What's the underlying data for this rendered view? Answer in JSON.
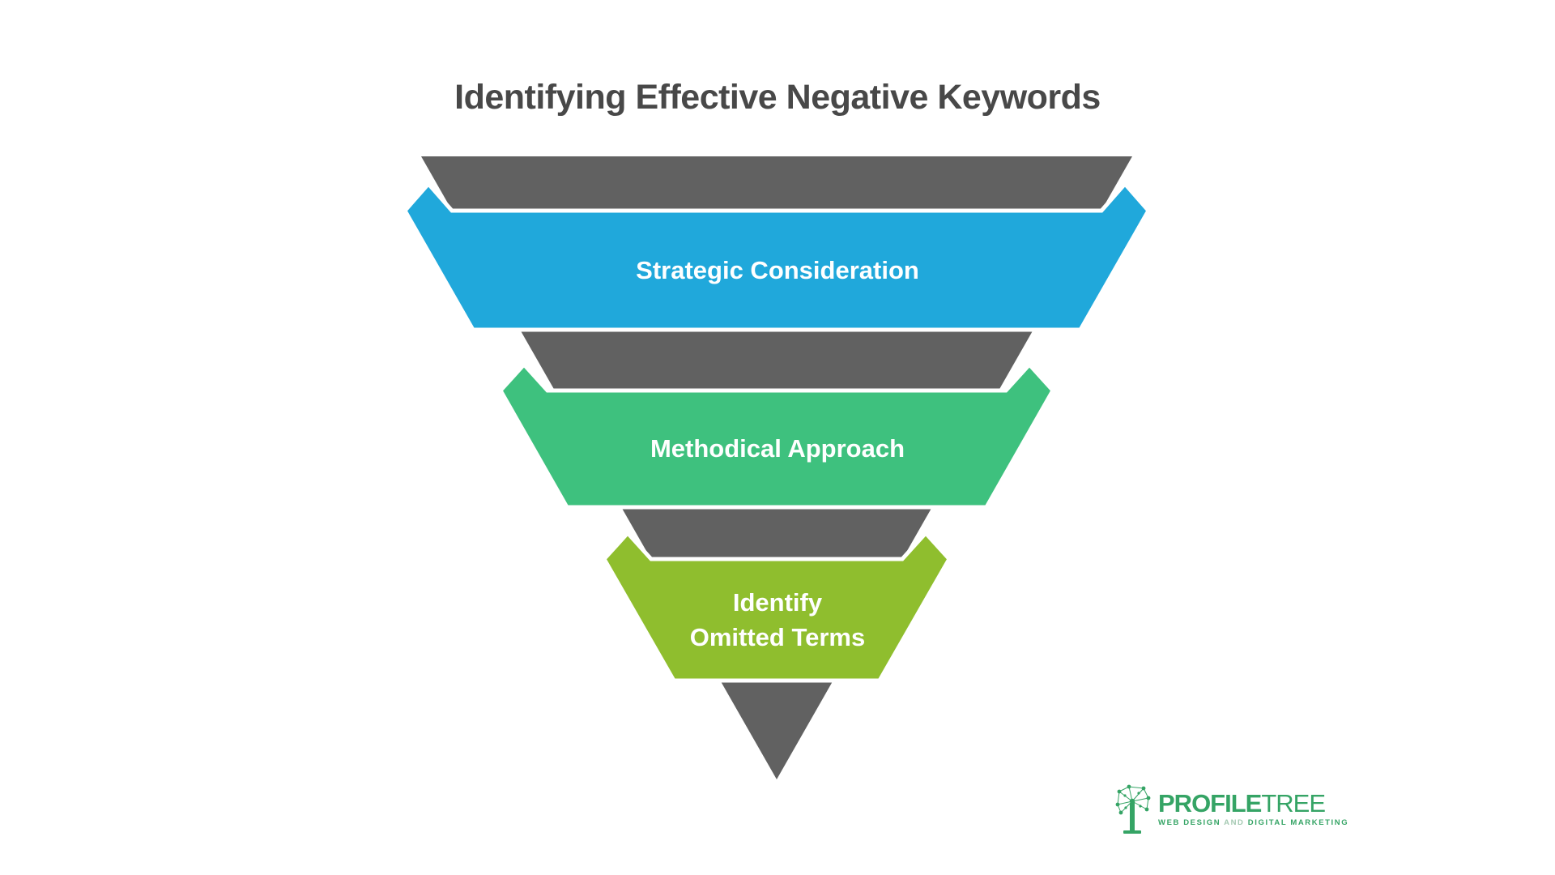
{
  "title": "Identifying Effective Negative Keywords",
  "funnel": {
    "gray_color": "#616161",
    "stages": [
      {
        "label": "Strategic Consideration",
        "color": "#20a8db"
      },
      {
        "label": "Methodical Approach",
        "color": "#3ec17e"
      },
      {
        "label": "Identify\nOmitted Terms",
        "color": "#8fbe2e"
      }
    ]
  },
  "logo": {
    "name_bold": "PROFILE",
    "name_light": "TREE",
    "tagline_web": "WEB DESIGN",
    "tagline_and": "AND",
    "tagline_digital": "DIGITAL MARKETING",
    "brand_green": "#35a465"
  }
}
